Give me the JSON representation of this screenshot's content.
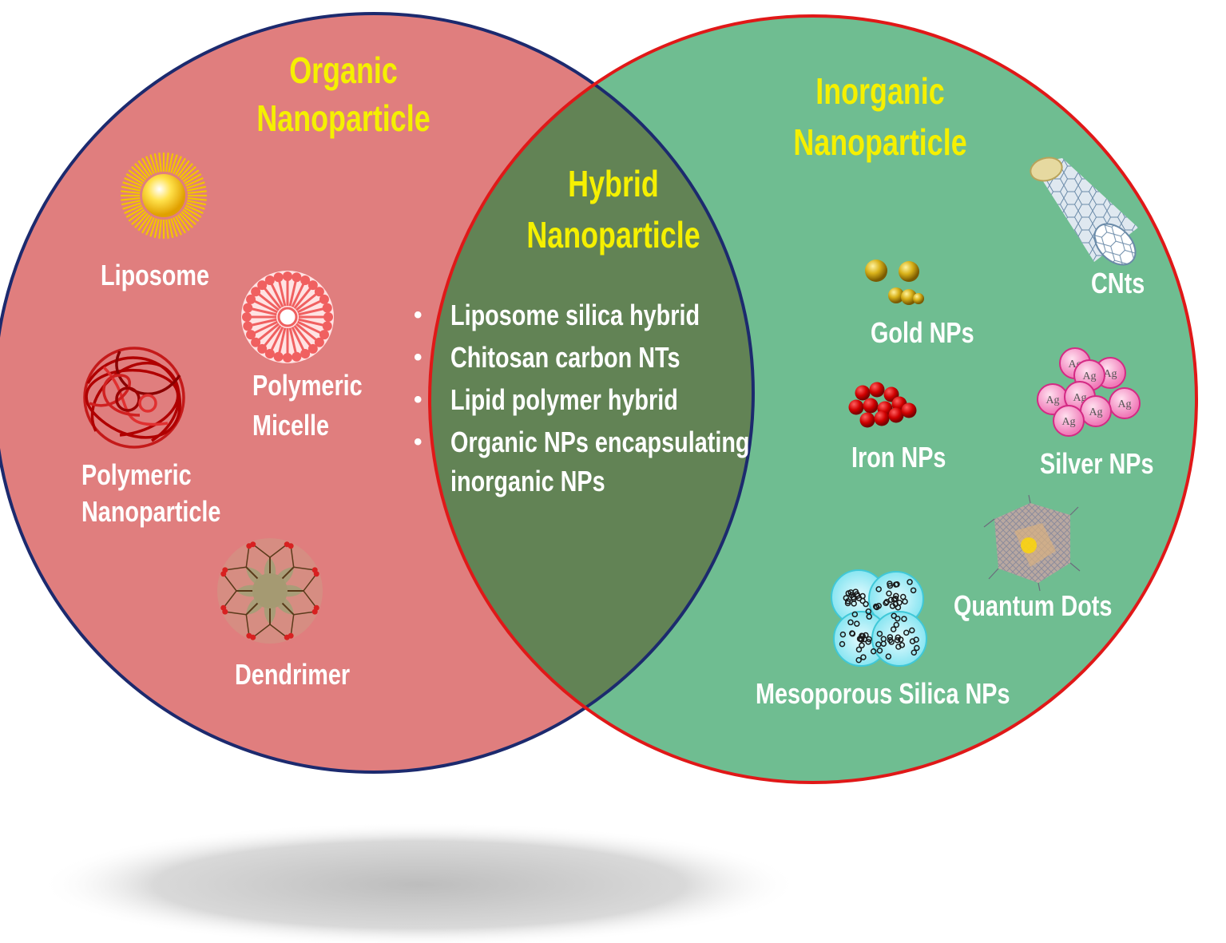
{
  "organic": {
    "title_line1": "Organic",
    "title_line2": "Nanoparticle",
    "items": {
      "liposome": "Liposome",
      "polymeric_micelle_line1": "Polymeric",
      "polymeric_micelle_line2": "Micelle",
      "polymeric_np_line1": "Polymeric",
      "polymeric_np_line2": "Nanoparticle",
      "dendrimer": "Dendrimer"
    }
  },
  "hybrid": {
    "title_line1": "Hybrid",
    "title_line2": "Nanoparticle",
    "bullets": [
      "Liposome  silica  hybrid",
      "Chitosan  carbon  NTs",
      "Lipid  polymer  hybrid",
      "Organic  NPs  encapsulating"
    ],
    "bullet_continuation": "inorganic  NPs"
  },
  "inorganic": {
    "title_line1": "Inorganic",
    "title_line2": "Nanoparticle",
    "items": {
      "cnts": "CNts",
      "gold": "Gold  NPs",
      "iron": "Iron  NPs",
      "silver": "Silver  NPs",
      "quantum": "Quantum  Dots",
      "silica": "Mesoporous  Silica  NPs"
    },
    "silver_sphere_label": "Ag"
  },
  "colors": {
    "organic_fill": "#e07e7e",
    "organic_stroke": "#1c2a6e",
    "inorganic_fill": "#6fbd91",
    "inorganic_stroke": "#e01818",
    "overlap_fill": "#628355",
    "title": "#f5f000",
    "label": "#ffffff"
  }
}
